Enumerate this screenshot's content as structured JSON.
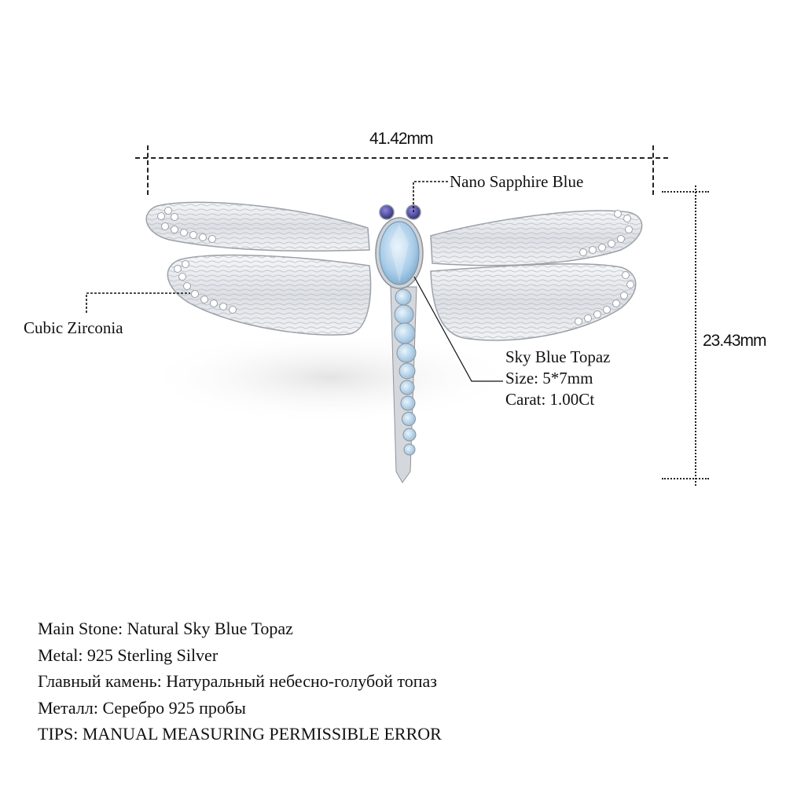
{
  "dimensions": {
    "width": "41.42mm",
    "height": "23.43mm"
  },
  "callouts": {
    "eyes": "Nano Sapphire Blue",
    "wing_stones": "Cubic Zirconia",
    "main_stone": {
      "name": "Sky Blue Topaz",
      "size": "Size: 5*7mm",
      "carat": "Carat: 1.00Ct"
    }
  },
  "product": {
    "type": "dragonfly brooch",
    "colors": {
      "silver": "#e6e8ec",
      "topaz": "#a9cde8",
      "sapphire": "#3a3a8c"
    }
  },
  "specs": [
    "Main Stone: Natural Sky Blue Topaz",
    "Metal: 925 Sterling Silver",
    "Главный камень: Натуральный небесно-голубой топаз",
    "Металл: Серебро 925 пробы",
    "TIPS: MANUAL MEASURING PERMISSIBLE ERROR"
  ]
}
